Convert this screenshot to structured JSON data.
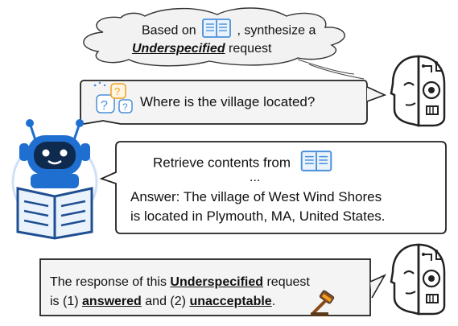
{
  "cloud": {
    "line1_pre": "Based on",
    "line1_post": ", synthesize a",
    "line2_em": "Underspecified",
    "line2_post": "request"
  },
  "question": {
    "text": "Where is the village located?"
  },
  "retrieval": {
    "line1": "Retrieve contents from",
    "ellipsis": "...",
    "answer_line1": "Answer: The village of West Wind Shores",
    "answer_line2": "is located in Plymouth, MA, United States."
  },
  "verdict": {
    "line1_pre": "The response of this",
    "line1_em": "Underspecified",
    "line1_post": "request",
    "line2_pre": "is (1)",
    "line2_em1": "answered",
    "line2_mid": "and (2)",
    "line2_em2": "unacceptable",
    "line2_end": "."
  },
  "icons": [
    "book-icon",
    "robot-face-icon",
    "question-bubbles-icon",
    "robot-reader-icon",
    "gavel-icon"
  ],
  "colors": {
    "book_blue": "#4a90d9",
    "robot_blue": "#1f6fd1",
    "question_orange": "#f0a020",
    "gavel_brown": "#8a4a1c",
    "border": "#333333"
  }
}
